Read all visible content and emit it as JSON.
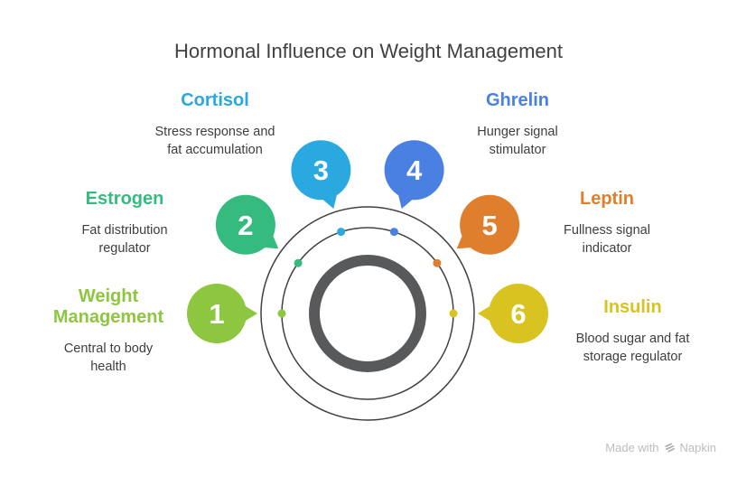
{
  "title": "Hormonal Influence on Weight Management",
  "items": [
    {
      "number": "1",
      "title": "Weight Management",
      "description": "Central to body health",
      "color": "#8DC63F"
    },
    {
      "number": "2",
      "title": "Estrogen",
      "description": "Fat distribution regulator",
      "color": "#36BB7E"
    },
    {
      "number": "3",
      "title": "Cortisol",
      "description": "Stress response and fat accumulation",
      "color": "#29A9E0"
    },
    {
      "number": "4",
      "title": "Ghrelin",
      "description": "Hunger signal stimulator",
      "color": "#4A80E2"
    },
    {
      "number": "5",
      "title": "Leptin",
      "description": "Fullness signal indicator",
      "color": "#DF7F2D"
    },
    {
      "number": "6",
      "title": "Insulin",
      "description": "Blood sugar and fat storage regulator",
      "color": "#D8C320"
    }
  ],
  "diagram": {
    "ring_color": "#58595B",
    "orbit_color": "#3F4043",
    "number_color": "#FFFFFF"
  },
  "footer": {
    "made_with": "Made with",
    "brand": "Napkin"
  }
}
